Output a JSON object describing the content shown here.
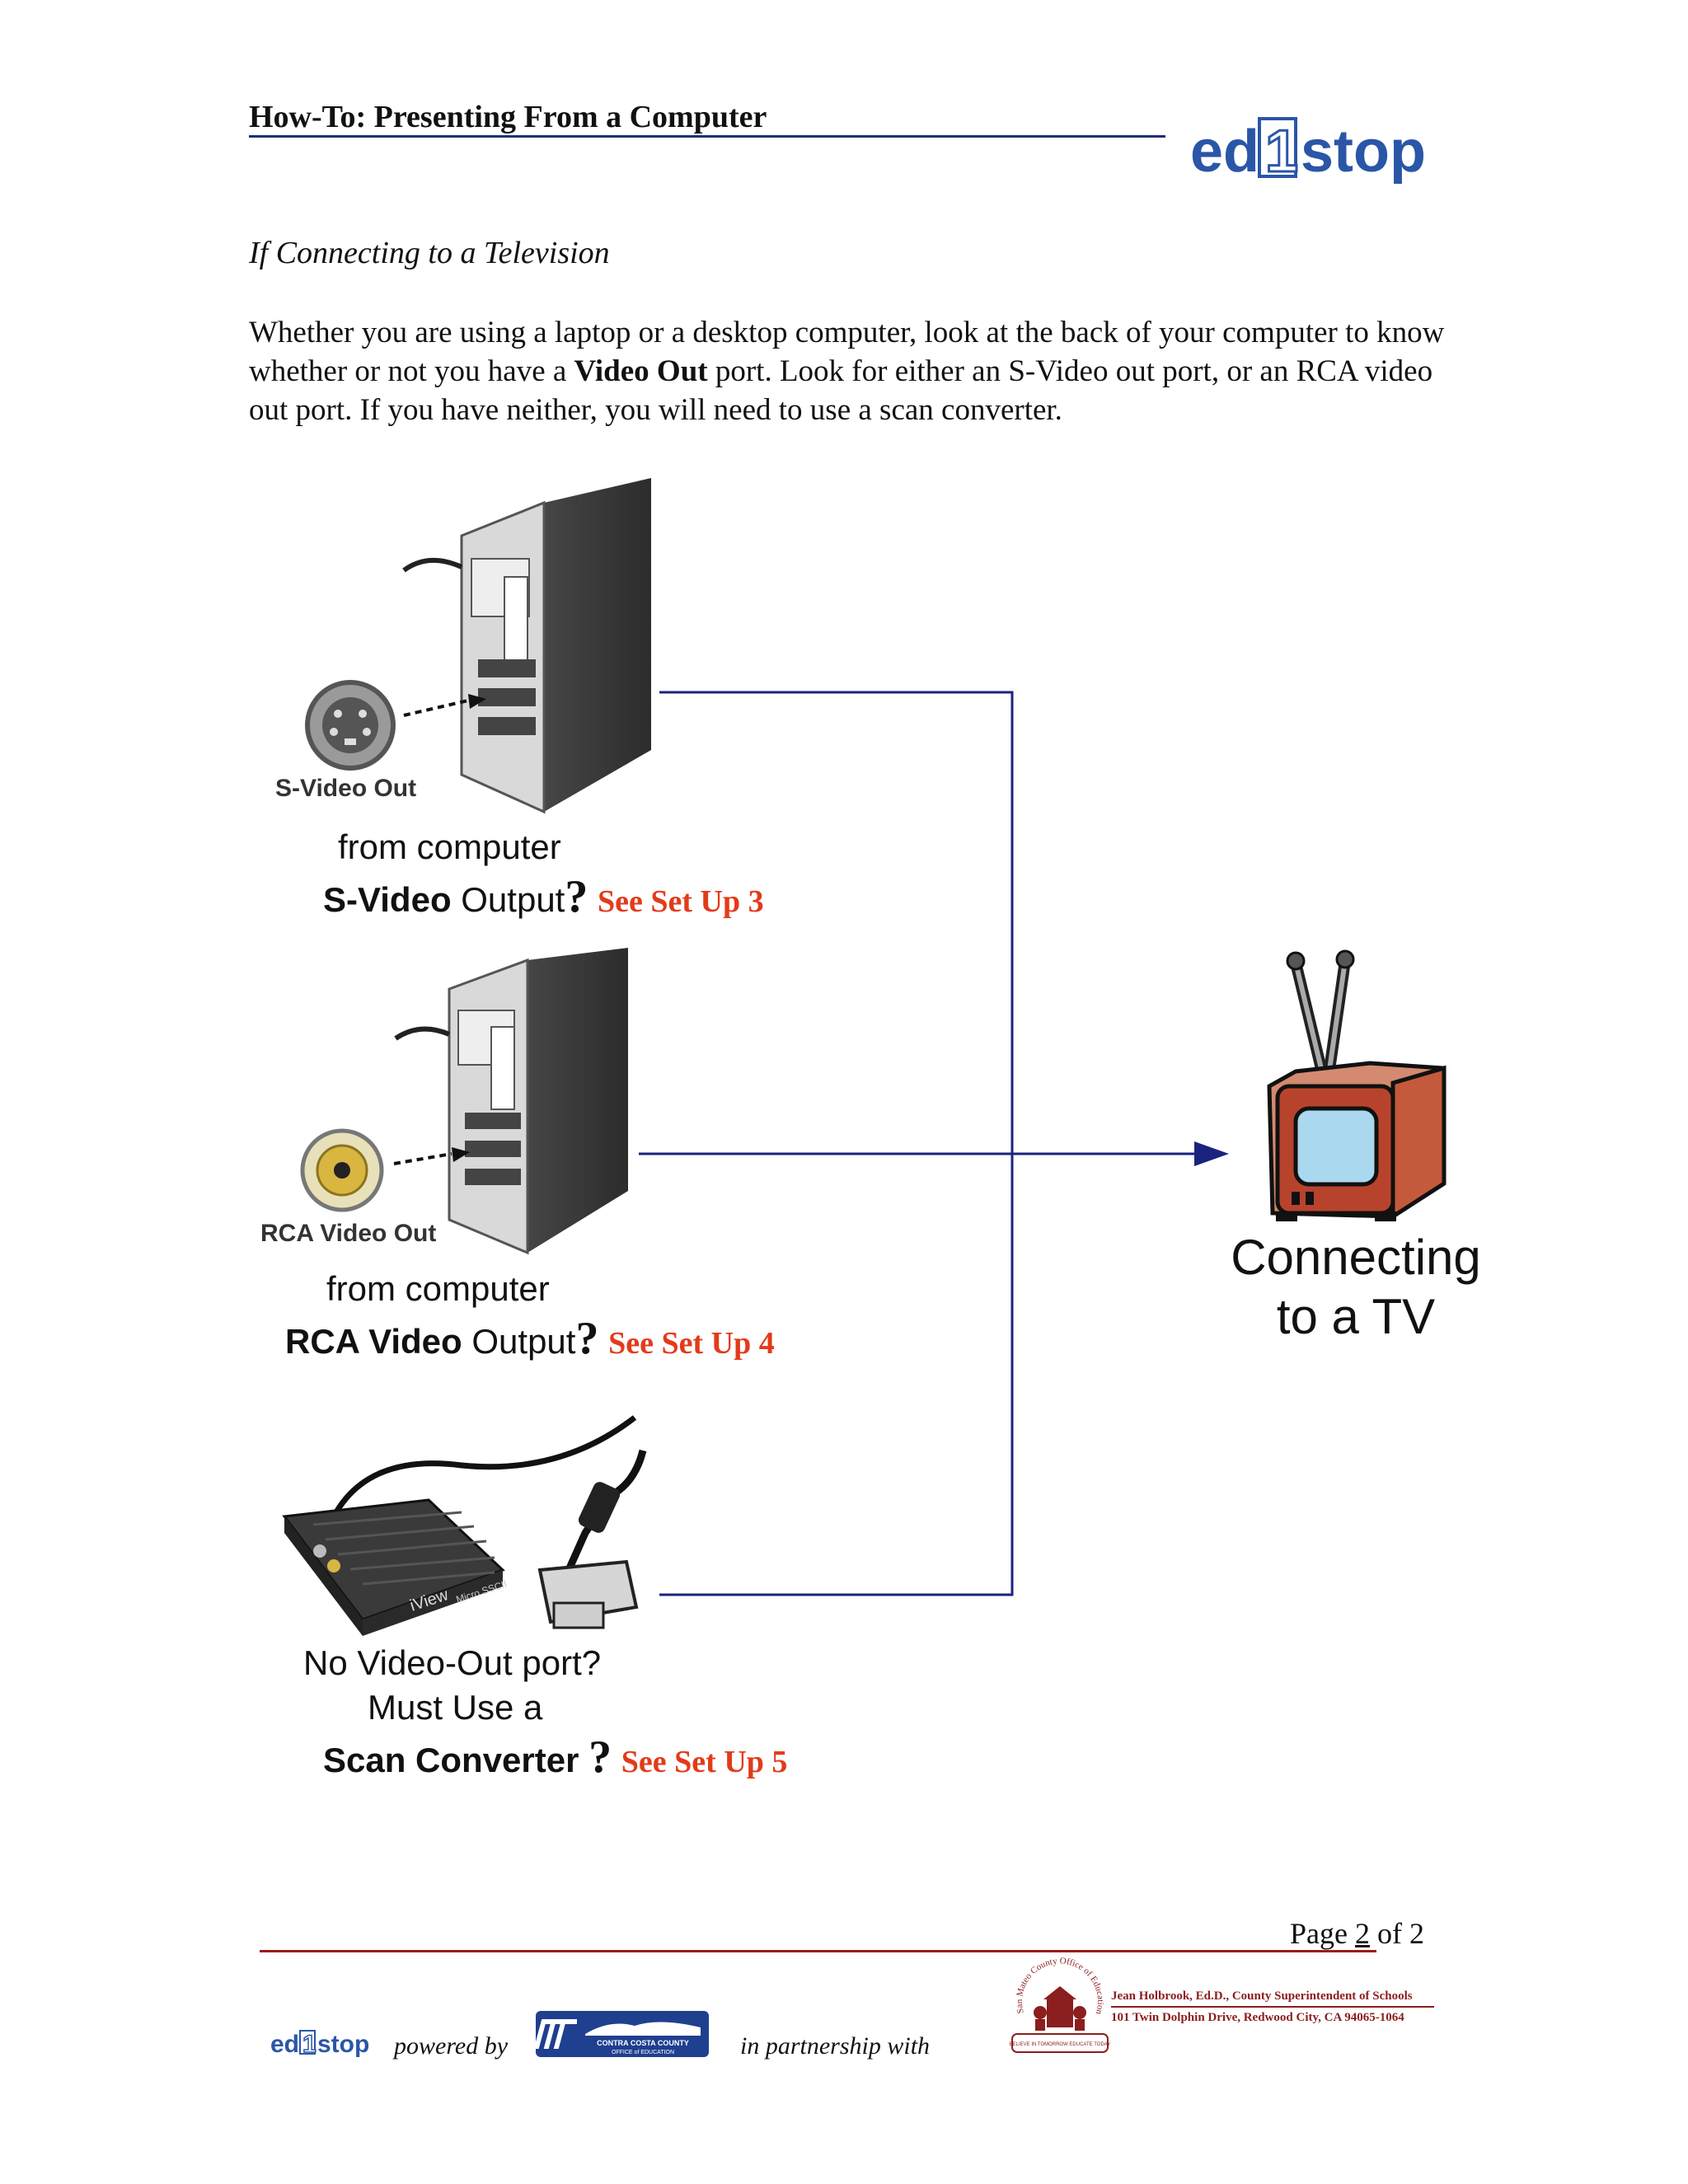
{
  "header": {
    "title": "How-To: Presenting From a Computer",
    "logo_text": "ed1stop"
  },
  "section": {
    "heading": "If Connecting to a Television",
    "para_part1": "Whether you are using a laptop or a desktop computer, look at the back of your computer to know whether or not you have a ",
    "para_bold": "Video Out",
    "para_part2": " port. Look for either an S-Video out port, or an RCA video out port. If you have neither, you will need to use a scan converter."
  },
  "diagram": {
    "svideo": {
      "port_label": "S-Video Out",
      "caption_line1": "from computer",
      "caption_bold": "S-Video",
      "caption_rest": "Output",
      "qmark": "?",
      "setup": "See Set Up 3"
    },
    "rca": {
      "port_label": "RCA Video Out",
      "caption_line1": "from computer",
      "caption_bold": "RCA Video",
      "caption_rest": "Output",
      "qmark": "?",
      "setup": "See Set Up 4"
    },
    "scan": {
      "device_label": "iView",
      "device_model": "Micro SSCII",
      "caption_line1": "No Video-Out port?",
      "caption_line2": "Must Use a",
      "caption_bold": "Scan Converter",
      "qmark": "?",
      "setup": "See Set Up 5"
    },
    "tv_caption_line1": "Connecting",
    "tv_caption_line2": "to a TV"
  },
  "footer": {
    "page_prefix": "Page ",
    "page_current": "2",
    "page_suffix": " of 2",
    "logo_text": "ed1stop",
    "powered_by": "powered by",
    "cccoe_line1": "CONTRA COSTA COUNTY",
    "cccoe_line2": "OFFICE of EDUCATION",
    "partnership": "in partnership with",
    "smcoe_name": "Jean Holbrook, Ed.D., County Superintendent of Schools",
    "smcoe_address": "101 Twin Dolphin Drive, Redwood City, CA 94065-1064",
    "seal_text": "San Mateo County Office of Education",
    "seal_motto": "BELIEVE IN TOMORROW EDUCATE TODAY"
  },
  "colors": {
    "accent_red": "#e23b1a",
    "header_blue": "#1f2f7a",
    "logo_blue": "#2a56a8",
    "footer_red": "#9b1c1c",
    "line_blue": "#1a237e"
  }
}
